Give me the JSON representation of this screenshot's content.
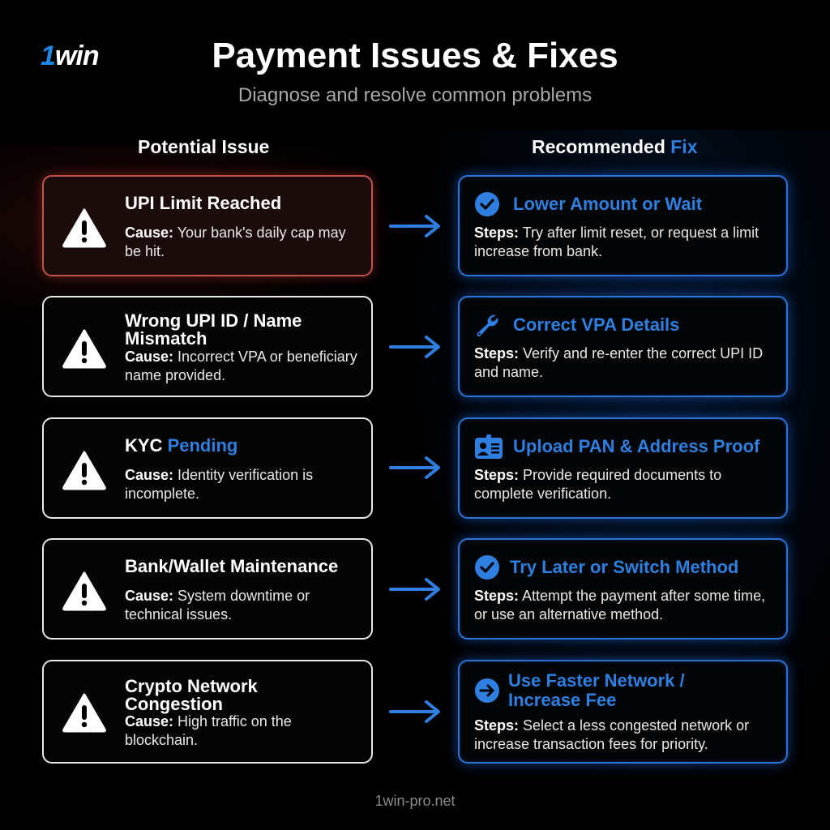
{
  "brand": {
    "logo_one": "1",
    "logo_rest": "win"
  },
  "header": {
    "title": "Payment Issues & Fixes",
    "subtitle": "Diagnose and resolve common problems"
  },
  "columns": {
    "left": "Potential Issue",
    "right_main": "Recommended ",
    "right_accent": "Fix"
  },
  "labels": {
    "cause": "Cause:",
    "steps": "Steps:"
  },
  "colors": {
    "accent_blue": "#2f7fe0",
    "alert_red": "#c4524c",
    "background": "#000000"
  },
  "rows": [
    {
      "issue": {
        "title": "UPI Limit Reached",
        "title_accent": "",
        "cause": " Your bank's daily cap may be hit.",
        "icon": "warning-icon",
        "highlight": "red"
      },
      "fix": {
        "title": "Lower Amount or Wait",
        "steps": " Try after limit reset, or request a limit increase from bank.",
        "icon": "check-circle-icon"
      }
    },
    {
      "issue": {
        "title": "Wrong UPI ID / Name Mismatch",
        "title_accent": "",
        "cause": " Incorrect VPA or beneficiary name provided.",
        "icon": "warning-icon"
      },
      "fix": {
        "title": "Correct VPA Details",
        "steps": " Verify and re-enter the correct UPI ID and name.",
        "icon": "wrench-icon"
      }
    },
    {
      "issue": {
        "title": "KYC ",
        "title_accent": "Pending",
        "cause": " Identity verification is incomplete.",
        "icon": "warning-icon"
      },
      "fix": {
        "title": "Upload PAN & Address Proof",
        "steps": " Provide required documents to complete verification.",
        "icon": "id-card-icon"
      }
    },
    {
      "issue": {
        "title": "Bank/Wallet Maintenance",
        "title_accent": "",
        "cause": " System downtime or technical issues.",
        "icon": "warning-icon"
      },
      "fix": {
        "title": "Try Later or Switch Method",
        "steps": " Attempt the payment after some time, or use an alternative method.",
        "icon": "check-circle-icon"
      }
    },
    {
      "issue": {
        "title": "Crypto Network Congestion",
        "title_accent": "",
        "cause": " High traffic on the blockchain.",
        "icon": "warning-icon"
      },
      "fix": {
        "title": "Use Faster Network / Increase Fee",
        "steps": " Select a less congested network or increase transaction fees for priority.",
        "icon": "arrow-circle-icon"
      }
    }
  ],
  "footer": {
    "url": "1win-pro.net"
  }
}
